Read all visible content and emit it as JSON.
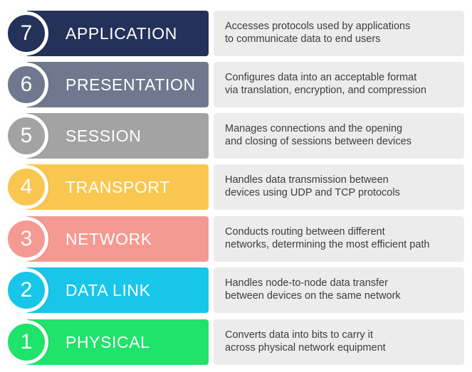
{
  "layers": [
    {
      "number": "7",
      "name": "APPLICATION",
      "color": "#243159",
      "line1": "Accesses protocols used by applications",
      "line2": "to communicate data to end users"
    },
    {
      "number": "6",
      "name": "PRESENTATION",
      "color": "#6f788e",
      "line1": "Configures data into an acceptable format",
      "line2": "via translation, encryption, and compression"
    },
    {
      "number": "5",
      "name": "SESSION",
      "color": "#a3a3a3",
      "line1": "Manages connections and the opening",
      "line2": "and closing of sessions between devices"
    },
    {
      "number": "4",
      "name": "TRANSPORT",
      "color": "#f9c74f",
      "line1": "Handles data transmission between",
      "line2": "devices using UDP and TCP protocols"
    },
    {
      "number": "3",
      "name": "NETWORK",
      "color": "#f49a92",
      "line1": "Conducts routing between different",
      "line2": "networks, determining the most efficient path"
    },
    {
      "number": "2",
      "name": "DATA LINK",
      "color": "#18c6ea",
      "line1": "Handles node-to-node data transfer",
      "line2": "between devices on the same network"
    },
    {
      "number": "1",
      "name": "PHYSICAL",
      "color": "#1fe36a",
      "line1": "Converts data into bits to carry it",
      "line2": "across physical network equipment"
    }
  ]
}
